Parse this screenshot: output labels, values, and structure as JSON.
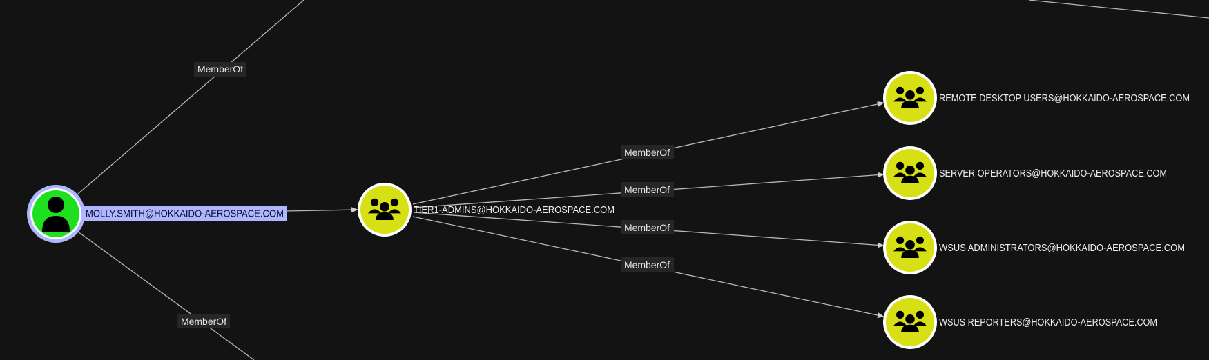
{
  "graph": {
    "selected_node": {
      "label": "MOLLY.SMITH@HOKKAIDO-AEROSPACE.COM",
      "icon": "user-icon",
      "fill_color": "#1fe01f",
      "ring_color": "#aeb6ff"
    },
    "group_nodes": [
      {
        "label": "TIER1-ADMINS@HOKKAIDO-AEROSPACE.COM",
        "icon": "group-icon"
      },
      {
        "label": "REMOTE DESKTOP USERS@HOKKAIDO-AEROSPACE.COM",
        "icon": "group-icon"
      },
      {
        "label": "SERVER OPERATORS@HOKKAIDO-AEROSPACE.COM",
        "icon": "group-icon"
      },
      {
        "label": "WSUS ADMINISTRATORS@HOKKAIDO-AEROSPACE.COM",
        "icon": "group-icon"
      },
      {
        "label": "WSUS REPORTERS@HOKKAIDO-AEROSPACE.COM",
        "icon": "group-icon"
      }
    ],
    "group_fill_color": "#d7e014",
    "edge_labels": {
      "upper_offscreen": "MemberOf",
      "lower_offscreen": "MemberOf",
      "to_remote_desktop": "MemberOf",
      "to_server_operators": "MemberOf",
      "to_wsus_administrators": "MemberOf",
      "to_wsus_reporters": "MemberOf"
    },
    "background_color": "#131313"
  }
}
